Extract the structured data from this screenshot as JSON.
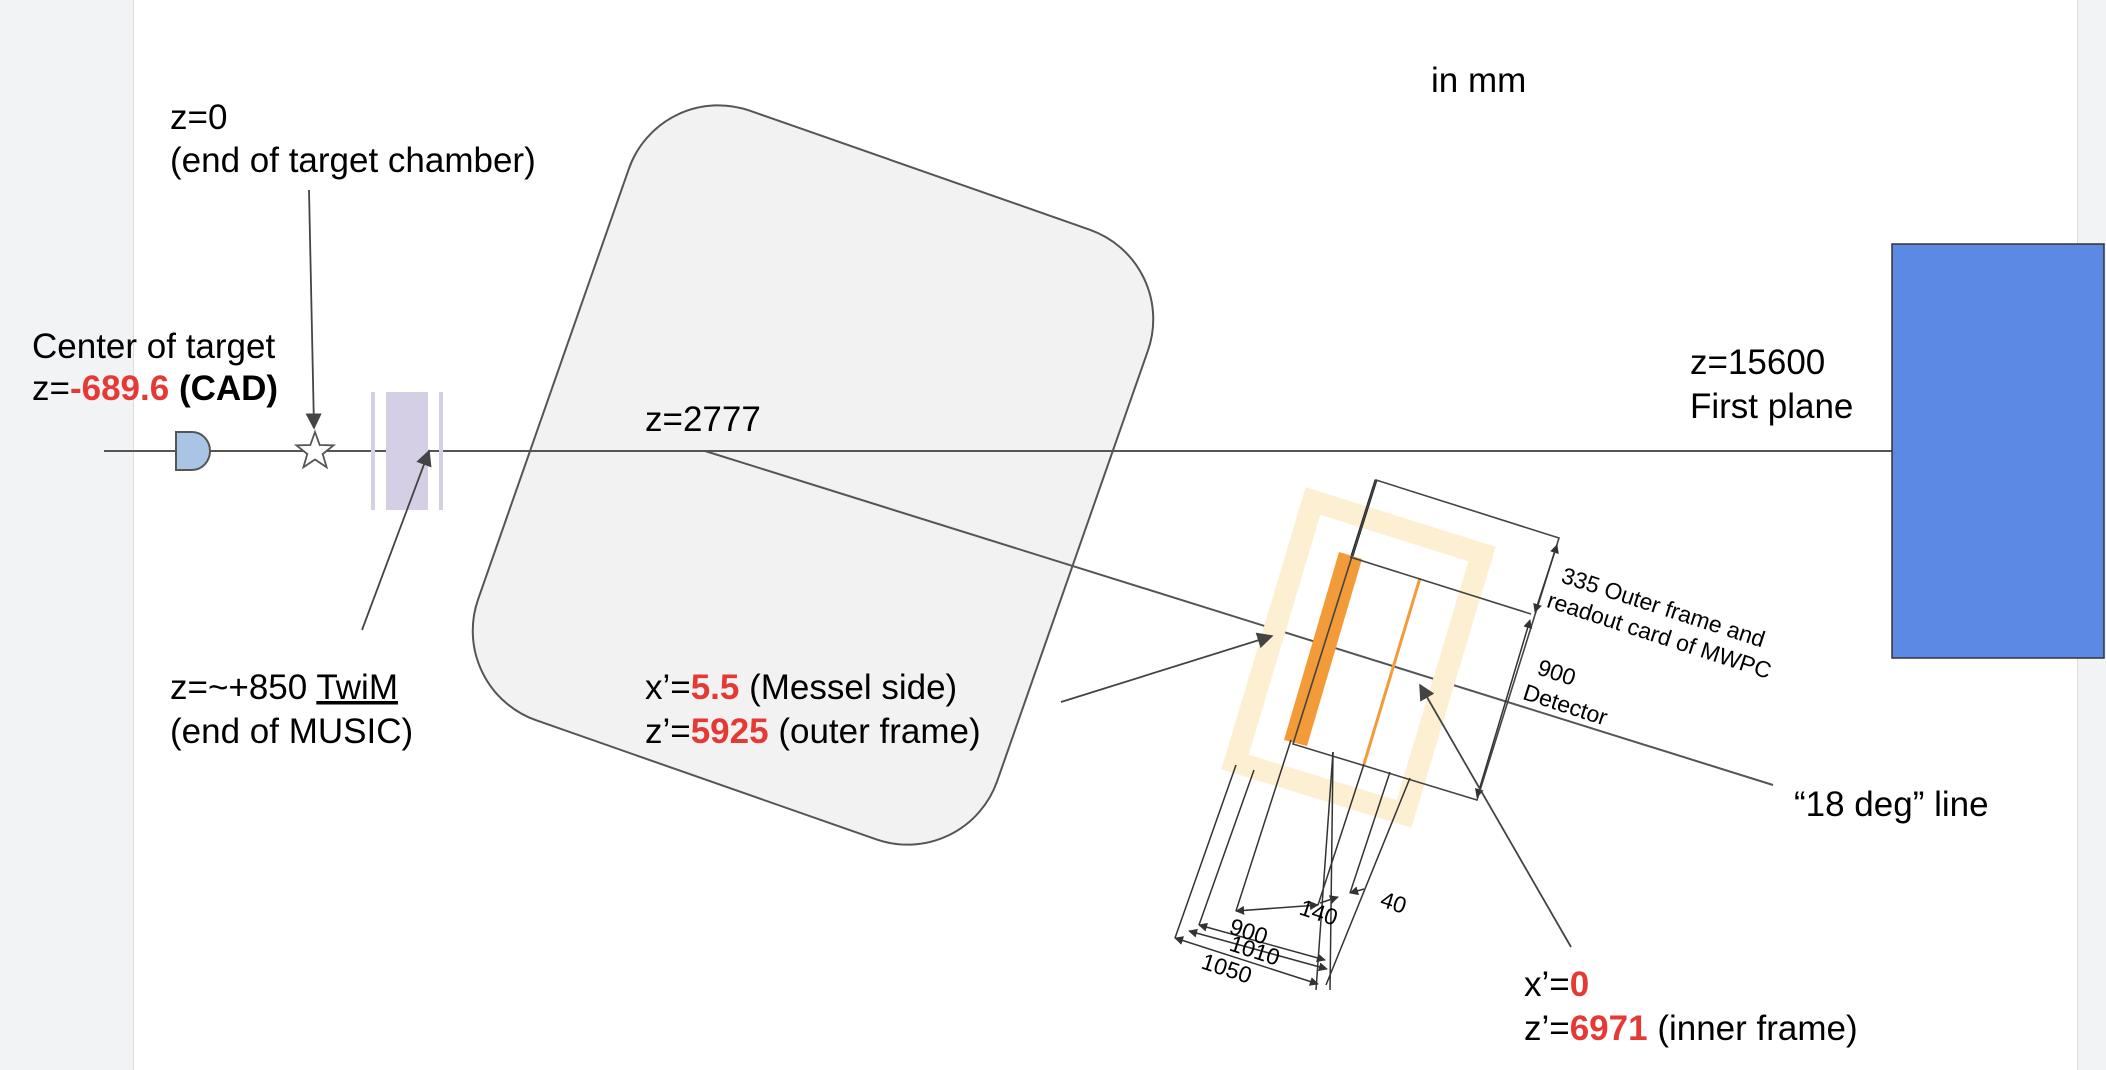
{
  "units_note": "in mm",
  "labels": {
    "z0_line1": "z=0",
    "z0_line2": "(end of target chamber)",
    "target_line1": "Center of target",
    "target_z_prefix": "z=",
    "target_z_value": "-689.6",
    "target_z_suffix": "(CAD)",
    "z2777": "z=2777",
    "z15600_line1": "z=15600",
    "z15600_line2": "First plane",
    "twim_prefix": "z=~+850 ",
    "twim_word": "TwiM",
    "twim_line2": "(end of MUSIC)",
    "messel_x_prefix": "x’=",
    "messel_x_value": "5.5",
    "messel_x_suffix": " (Messel side)",
    "messel_z_prefix": "z’=",
    "messel_z_value": "5925",
    "messel_z_suffix": " (outer frame)",
    "inner_x_prefix": "x’=",
    "inner_x_value": "0",
    "inner_z_prefix": "z’=",
    "inner_z_value": "6971",
    "inner_z_suffix": " (inner frame)",
    "deg_line": "“18 deg” line",
    "outer_frame_line1": "335 Outer frame and",
    "outer_frame_line2": "readout card of MWPC",
    "detector_900": "900",
    "detector_word": "Detector",
    "dim_40": "40",
    "dim_140": "140",
    "dim_900": "900",
    "dim_1010": "1010",
    "dim_1050": "1050"
  },
  "colors": {
    "magnet_fill": "#f2f2f2",
    "target_fill": "#a8c5e6",
    "music_fill": "#d5cfe6",
    "detector_plane": "#5b89e3",
    "frame_light": "#fdf0d2",
    "frame_orange": "#f29b38",
    "highlight_red": "#e53935"
  },
  "icons": {
    "target": "half-circle-target",
    "z0_marker": "star-icon"
  }
}
